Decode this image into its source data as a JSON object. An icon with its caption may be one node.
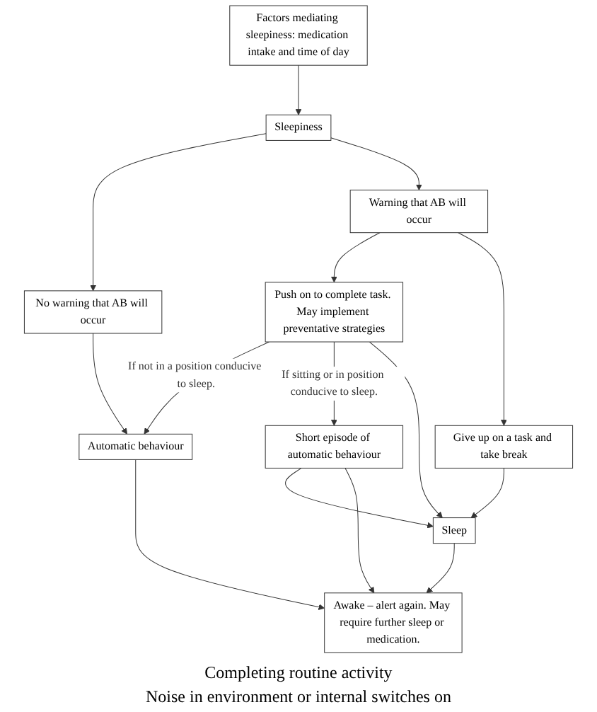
{
  "diagram": {
    "nodes": [
      {
        "text": [
          "Factors mediating sleepiness: medication intake and time of day"
        ]
      },
      {
        "text": [
          "Sleepiness"
        ]
      },
      {
        "text": [
          "No warning that AB will occur"
        ]
      },
      {
        "text": [
          "Warning that AB will occur"
        ]
      },
      {
        "text": [
          "Push on to complete task. May implement preventative strategies"
        ]
      },
      {
        "text": [
          "Give up on a task and take break"
        ]
      },
      {
        "text": [
          "Automatic behaviour"
        ]
      },
      {
        "text": [
          "Short episode of automatic behaviour"
        ]
      },
      {
        "text": [
          "Sleep"
        ]
      },
      {
        "text": [
          "Awake – alert again. May require further sleep or medication."
        ]
      }
    ],
    "edges": [
      {
        "from": 0,
        "to": 1,
        "arrow": "to"
      },
      {
        "from": 1,
        "to": 2,
        "arrow": "to"
      },
      {
        "from": 1,
        "to": 3,
        "arrow": "to"
      },
      {
        "from": 2,
        "to": 6,
        "arrow": "to"
      },
      {
        "from": 3,
        "to": 4,
        "arrow": "to"
      },
      {
        "from": 3,
        "to": 5,
        "arrow": "to"
      },
      {
        "from": 4,
        "to": 6,
        "label": "If not in a position conducive to sleep.",
        "arrow": "to"
      },
      {
        "from": 4,
        "to": 7,
        "label": "If sitting or in position conducive to sleep.",
        "arrow": "to"
      },
      {
        "from": 4,
        "to": 8,
        "arrow": "to"
      },
      {
        "from": 5,
        "to": 8,
        "arrow": "to"
      },
      {
        "from": 7,
        "to": 8,
        "arrow": "to"
      },
      {
        "from": 6,
        "to": 9,
        "arrow": "to"
      },
      {
        "from": 7,
        "to": 9,
        "arrow": "to"
      },
      {
        "from": 8,
        "to": 9,
        "arrow": "to"
      }
    ],
    "labels": [
      "Completing routine activity",
      "Noise in environment or internal switches on"
    ]
  }
}
